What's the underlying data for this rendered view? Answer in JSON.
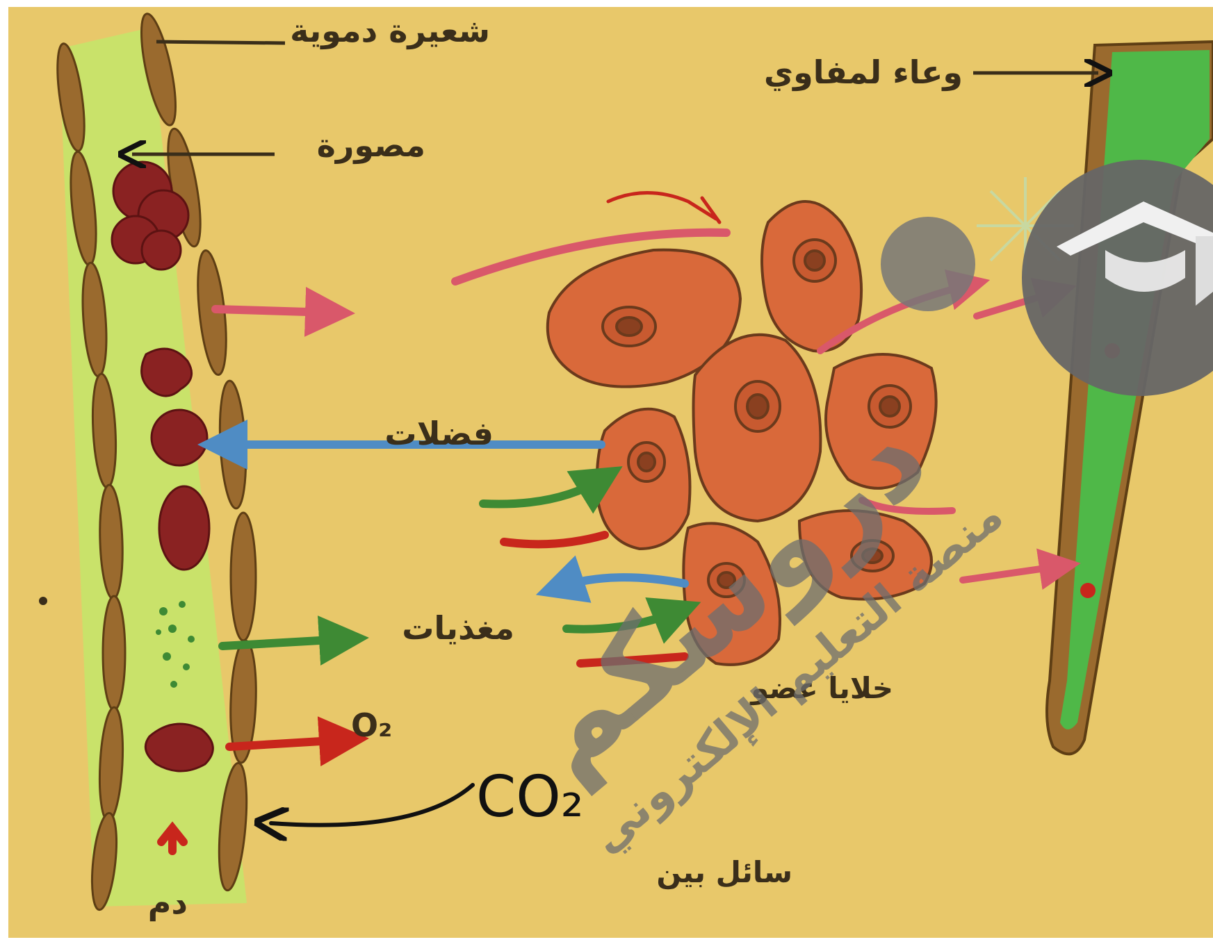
{
  "labels": {
    "blood_capillary": "شعيرة دموية",
    "lymph_vessel": "وعاء لمفاوي",
    "leukocyte": "مصورة",
    "waste": "فضلات",
    "nutrients": "مغذيات",
    "oxygen": "O₂",
    "tissue_cells": "خلايا عضو",
    "interstitial_fluid": "سائل بين",
    "blood": "دم",
    "handwritten_co2": "CO₂"
  },
  "watermark": {
    "brand": "دروسكم",
    "tagline": "منصة التعليم الإلكتروني"
  },
  "colors": {
    "background": "#e8c86a",
    "capillary_fill": "#c9e26a",
    "capillary_wall": "#9a6a2e",
    "cell_fill": "#d9693a",
    "cell_outline": "#6b3a1c",
    "lymph_fill": "#4fb848",
    "arrow_pink": "#d9586a",
    "arrow_blue": "#4f8cc4",
    "arrow_green": "#3e8a34",
    "arrow_red": "#c8261c",
    "watermark_grey": "#6e6e6e"
  },
  "icons": [
    "graduation-cap-icon",
    "sparkle-icon"
  ]
}
